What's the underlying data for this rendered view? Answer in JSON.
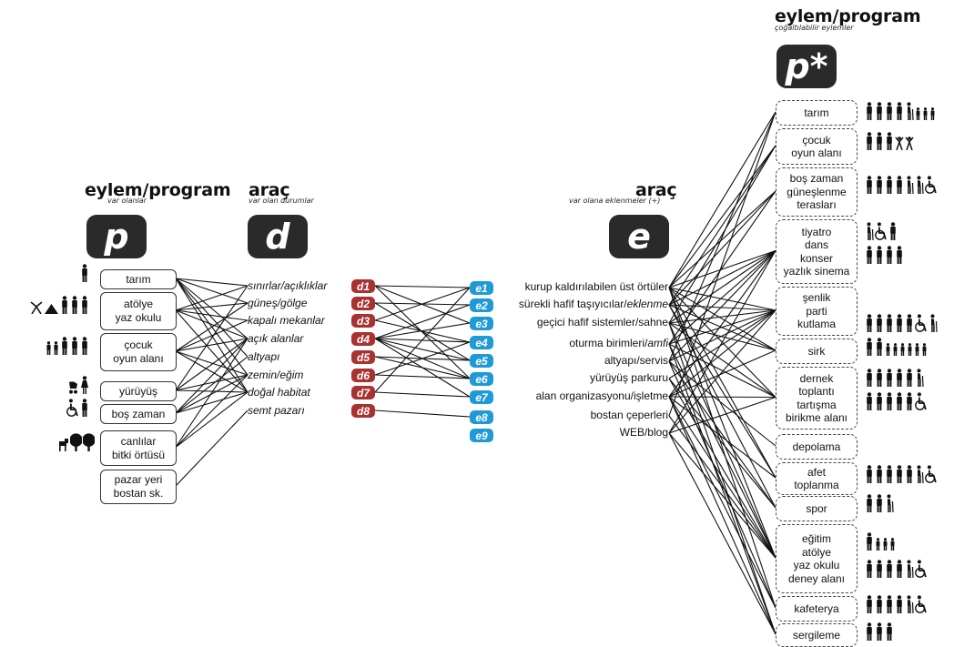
{
  "col_p": {
    "title": "eylem/program",
    "subtitle": "var olanlar",
    "badge": "p",
    "items": [
      "tarım",
      "atölye\nyaz okulu",
      "çocuk\noyun alanı",
      "yürüyüş",
      "boş zaman",
      "canlılar\nbitki örtüsü",
      "pazar yeri\nbostan sk."
    ],
    "icons": [
      [
        "person"
      ],
      [
        "playground",
        "tent",
        "person",
        "person",
        "person"
      ],
      [
        "child",
        "child",
        "person",
        "person",
        "person"
      ],
      [
        "stroller",
        "woman"
      ],
      [
        "wheelchair",
        "person"
      ],
      [
        "dog",
        "tree",
        "tree"
      ],
      []
    ]
  },
  "col_d": {
    "title": "araç",
    "subtitle": "var olan durumlar",
    "badge": "d",
    "items": [
      "sınırlar/açıklıklar",
      "güneş/gölge",
      "kapalı mekanlar",
      "açık alanlar",
      "altyapı",
      "zemin/eğim",
      "doğal habitat",
      "semt pazarı"
    ],
    "codes": [
      "d1",
      "d2",
      "d3",
      "d4",
      "d5",
      "d6",
      "d7",
      "d8"
    ]
  },
  "col_e": {
    "title": "araç",
    "subtitle": "var olana eklenmeler (+)",
    "badge": "e",
    "codes": [
      "e1",
      "e2",
      "e3",
      "e4",
      "e5",
      "e6",
      "e7",
      "e8",
      "e9"
    ],
    "items": [
      {
        "text": "kurup kaldırılabilen üst örtüler"
      },
      {
        "text": "sürekli hafif taşıyıcılar/",
        "italic": "eklenme"
      },
      {
        "text": "geçici hafif sistemler/sahne"
      },
      {
        "text": "oturma birimleri/",
        "italic": "amfi"
      },
      {
        "text": "altyapı/servis"
      },
      {
        "text": "yürüyüş parkuru"
      },
      {
        "text": "alan organizasyonu/işletme"
      },
      {
        "text": "bostan çeperleri"
      },
      {
        "text": "WEB/blog"
      }
    ]
  },
  "col_ps": {
    "title": "eylem/program",
    "subtitle": "çoğaltılabilir eylemler",
    "badge": "p*",
    "items": [
      "tarım",
      "çocuk\noyun alanı",
      "boş zaman\ngüneşlenme\nterasları",
      "tiyatro\ndans\nkonser\nyazlık sinema",
      "şenlik\nparti\nkutlama",
      "sirk",
      "dernek\ntoplantı\ntartışma\nbirikme alanı",
      "depolama",
      "afet\ntoplanma",
      "spor",
      "eğitim\natölye\nyaz okulu\ndeney alanı",
      "kafeterya",
      "sergileme"
    ],
    "icons": [
      [
        "person",
        "person",
        "person",
        "person",
        "elder",
        "small",
        "small",
        "small"
      ],
      [
        "person",
        "person",
        "person",
        "dancer",
        "dancer"
      ],
      [
        "person",
        "person",
        "person",
        "person",
        "elder",
        "elder",
        "wheelchair"
      ],
      [
        "elder",
        "wheelchair",
        "person",
        "person",
        "person",
        "person",
        "person"
      ],
      [
        "person",
        "person",
        "person",
        "person",
        "person",
        "wheelchair",
        "elder"
      ],
      [
        "person",
        "person",
        "small",
        "small",
        "small",
        "small",
        "small",
        "small"
      ],
      [
        "person",
        "person",
        "person",
        "person",
        "person",
        "elder",
        "person",
        "person",
        "person",
        "person",
        "person",
        "wheelchair"
      ],
      [],
      [
        "person",
        "person",
        "person",
        "person",
        "person",
        "elder",
        "wheelchair"
      ],
      [
        "person",
        "person",
        "elder"
      ],
      [
        "person",
        "small",
        "small",
        "small",
        "person",
        "person",
        "person",
        "person",
        "elder",
        "wheelchair"
      ],
      [
        "person",
        "person",
        "person",
        "person",
        "elder",
        "wheelchair"
      ],
      [
        "person",
        "person",
        "person"
      ]
    ]
  },
  "colors": {
    "d_badge": "#a83232",
    "e_badge": "#1e9ad6",
    "header_badge": "#2a2a2a",
    "line": "#111111"
  }
}
